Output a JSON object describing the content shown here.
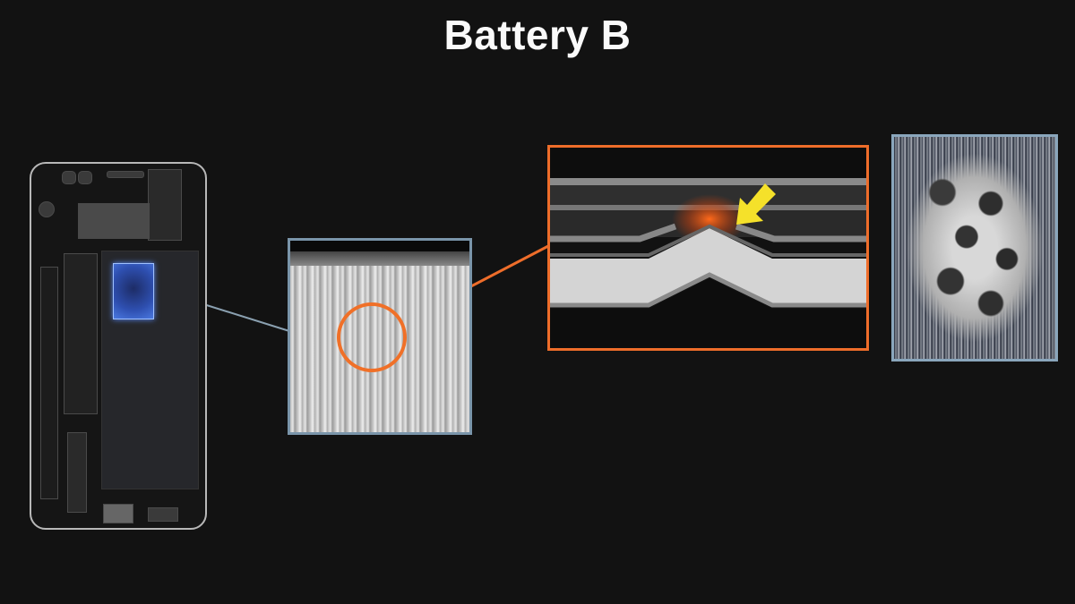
{
  "slide": {
    "title": "Battery B",
    "background_color": "#121212"
  },
  "panels": {
    "phone": {
      "label": "phone-internals-xray",
      "highlight_color": "#4a78e0"
    },
    "ct_scan": {
      "label": "battery-ct-scan",
      "frame_color": "#7a95aa",
      "circle_color": "#f07028"
    },
    "diagram": {
      "label": "electrode-deformation-diagram",
      "frame_color": "#ee6d2a",
      "arrow_color": "#f5e12a",
      "glow_color": "#ff6a1a"
    },
    "micrograph": {
      "label": "lithium-plating-micrograph",
      "frame_color": "#8aa6bc"
    }
  },
  "connectors": {
    "blue_line_color": "#8aa0b0",
    "orange_line_color": "#ee6d2a"
  }
}
